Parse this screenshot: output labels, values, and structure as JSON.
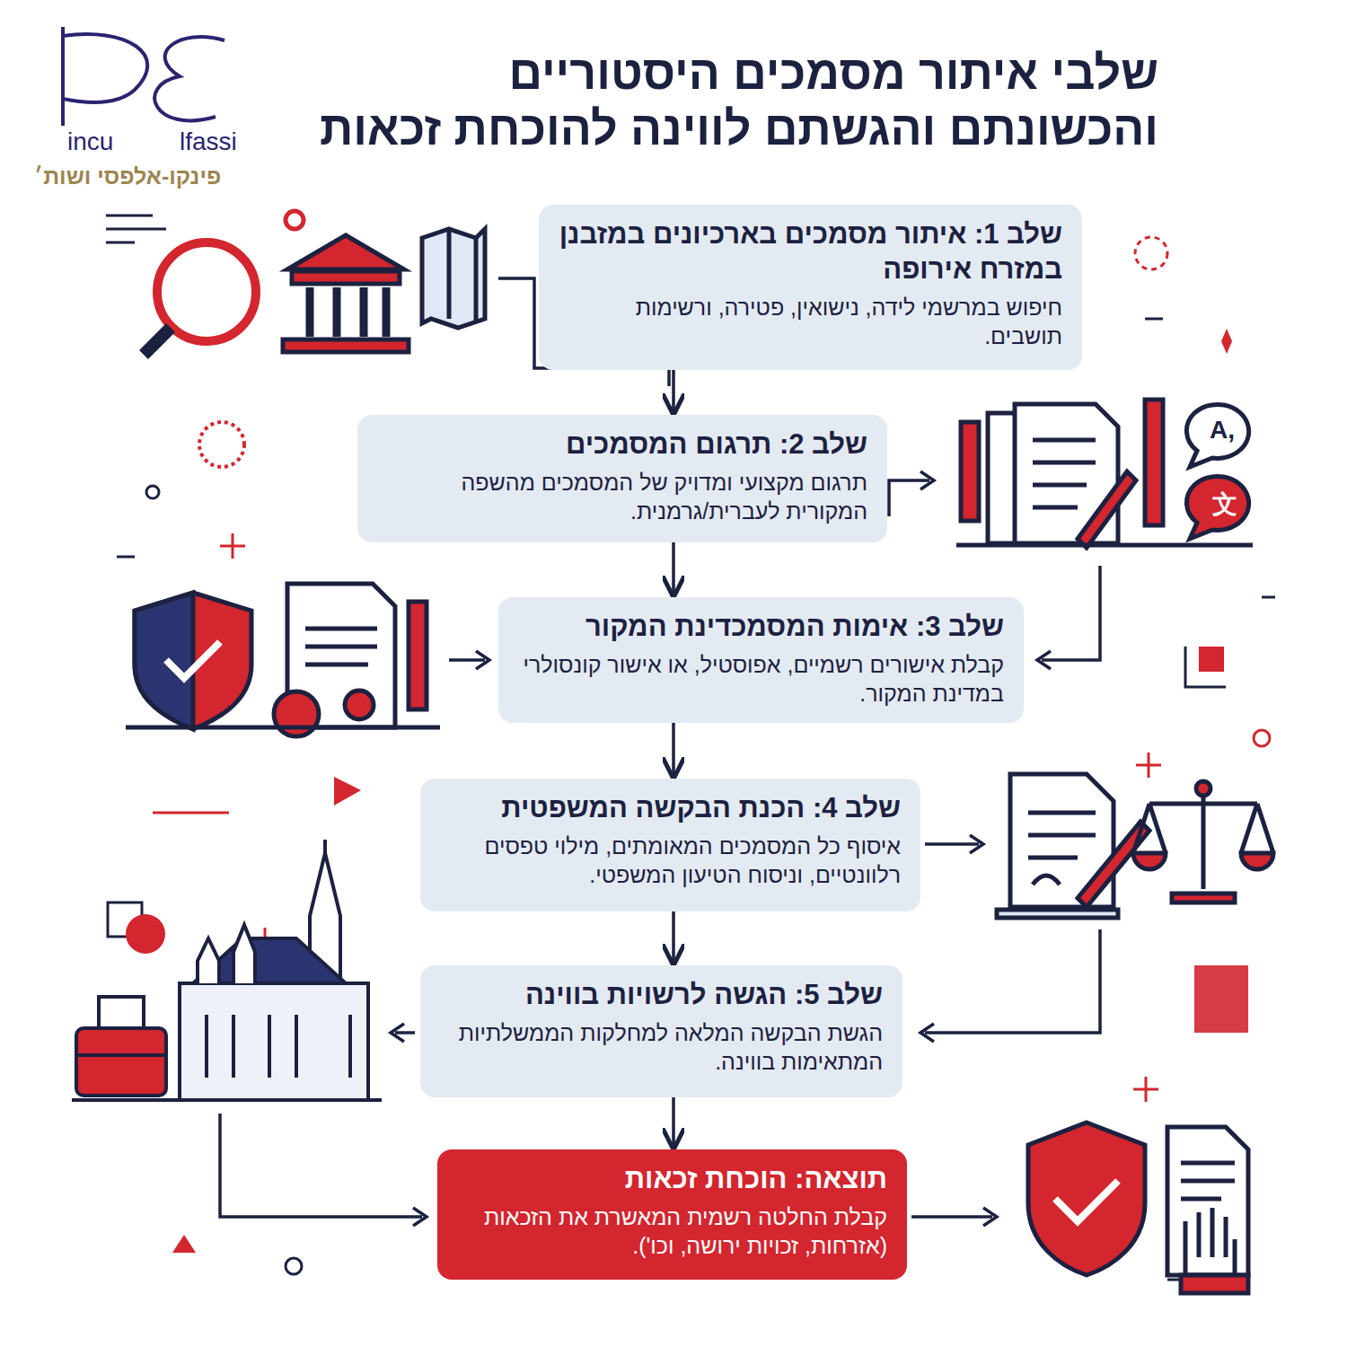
{
  "diagram": {
    "title": "שלבי איתור מסמכים היסטוריים והכשונתם והגשתם לווינה להוכחת זכאות",
    "nodes": [
      {
        "text": [
          "שלב 1: איתור מסמכים בארכיונים במזבנן במזרח אירופה",
          "חיפוש במרשמי לידה, נישואין, פטירה, ורשימות תושבים."
        ]
      },
      {
        "text": [
          "שלב 2: תרגום המסמכים",
          "תרגום מקצועי ומדויק של המסמכים מהשפה המקורית לעברית/גרמנית."
        ]
      },
      {
        "text": [
          "שלב 3: אימות המסמכדינת המקור",
          "קבלת אישורים רשמיים, אפוסטיל, או אישור קונסולרי במדינת המקור."
        ]
      },
      {
        "text": [
          "שלב 4: הכנת הבקשה המשפטית",
          "איסוף כל המסמכים המאומתים, מילוי טפסים רלוונטיים, וניסוח הטיעון המשפטי."
        ]
      },
      {
        "text": [
          "שלב 5: הגשה לרשויות בווינה",
          "הגשת הבקשה המלאה למחלקות הממשלתיות המתאימות בווינה."
        ]
      },
      {
        "text": [
          "תוצאה: הוכחת זכאות",
          "קבלת החלטה רשמית המאשרת את הזכאות (אזרחות, זכויות ירושה, וכו')."
        ]
      }
    ],
    "edges": [
      {
        "from": 0,
        "to": 1,
        "arrow": "to"
      },
      {
        "from": 1,
        "to": 2,
        "arrow": "to"
      },
      {
        "from": 2,
        "to": 3,
        "arrow": "to"
      },
      {
        "from": 3,
        "to": 4,
        "arrow": "to"
      },
      {
        "from": 4,
        "to": 5,
        "arrow": "to"
      }
    ],
    "labels": [
      "incu",
      "lfassi",
      "פינקו-אלפסי ושות׳",
      "A,",
      "文"
    ]
  }
}
